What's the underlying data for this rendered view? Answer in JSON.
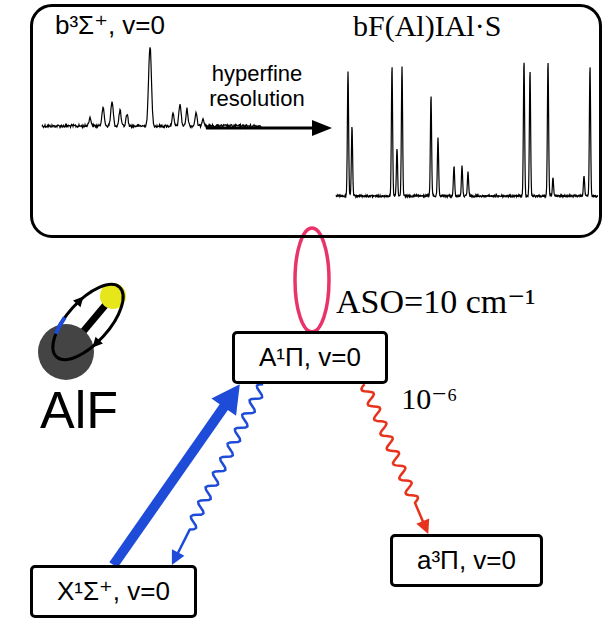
{
  "diagram": {
    "nodes": [
      {
        "text": [
          "b³Σ⁺, v=0",
          "hyperfine resolution",
          "bF(Al)IAl·S"
        ]
      },
      {
        "text": [
          "A¹Π, v=0"
        ]
      },
      {
        "text": [
          "a³Π, v=0"
        ]
      },
      {
        "text": [
          "X¹Σ⁺, v=0"
        ]
      }
    ],
    "edges": [
      {
        "from": 3,
        "to": 1,
        "arrow": "to"
      },
      {
        "from": 1,
        "to": 3,
        "arrow": "to"
      },
      {
        "from": 1,
        "to": 2,
        "arrow": "to",
        "label": "10⁻⁶"
      }
    ],
    "labels": [
      "ASO=10 cm⁻¹",
      "AlF"
    ]
  }
}
